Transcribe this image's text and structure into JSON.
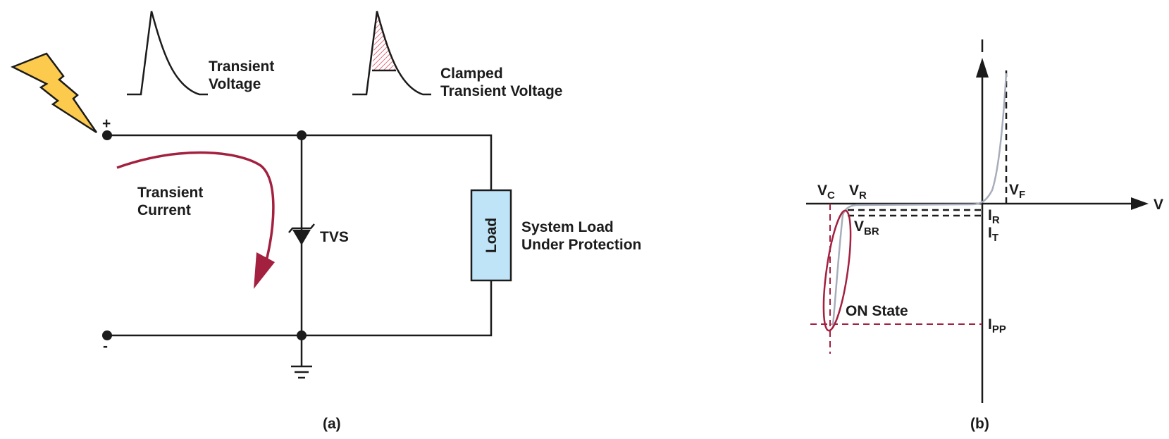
{
  "panel_a": {
    "transient_voltage_label": [
      "Transient",
      "Voltage"
    ],
    "clamped_voltage_label": [
      "Clamped",
      "Transient Voltage"
    ],
    "plus_sign": "+",
    "minus_sign": "-",
    "transient_current_label": [
      "Transient",
      "Current"
    ],
    "tvs_label": "TVS",
    "load_label": "Load",
    "system_load_label": [
      "System Load",
      "Under Protection"
    ],
    "caption": "(a)",
    "colors": {
      "lightning_fill": "#fcca4c",
      "arrow": "#a3203f",
      "load_fill": "#bfe3f7",
      "clamp_hatch": "#d9475b"
    }
  },
  "panel_b": {
    "axis_v_label": "V",
    "vc": {
      "main": "V",
      "sub": "C"
    },
    "vr": {
      "main": "V",
      "sub": "R"
    },
    "vf": {
      "main": "V",
      "sub": "F"
    },
    "vbr": {
      "main": "V",
      "sub": "BR"
    },
    "ir": {
      "main": "I",
      "sub": "R"
    },
    "it": {
      "main": "I",
      "sub": "T"
    },
    "ipp": {
      "main": "I",
      "sub": "PP"
    },
    "on_state_label": "ON State",
    "caption": "(b)",
    "colors": {
      "curve": "#a7aebb",
      "highlight": "#a3203f",
      "axis": "#1b1b1b"
    }
  }
}
